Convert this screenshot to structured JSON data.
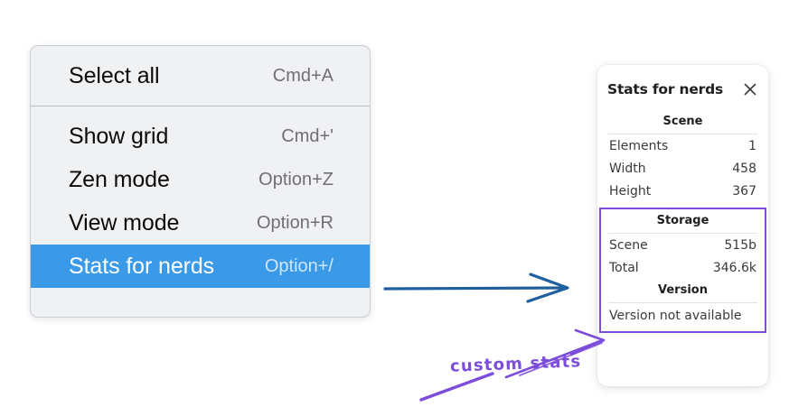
{
  "context_menu": {
    "groups": [
      {
        "items": [
          {
            "label": "Select all",
            "shortcut": "Cmd+A",
            "selected": false
          }
        ]
      },
      {
        "items": [
          {
            "label": "Show grid",
            "shortcut": "Cmd+'",
            "selected": false
          },
          {
            "label": "Zen mode",
            "shortcut": "Option+Z",
            "selected": false
          },
          {
            "label": "View mode",
            "shortcut": "Option+R",
            "selected": false
          },
          {
            "label": "Stats for nerds",
            "shortcut": "Option+/",
            "selected": true
          }
        ]
      }
    ],
    "selected_background": "#3b9ae8"
  },
  "stats_panel": {
    "title": "Stats for nerds",
    "close_icon": "close-icon",
    "scene": {
      "header": "Scene",
      "rows": [
        {
          "key": "Elements",
          "value": "1"
        },
        {
          "key": "Width",
          "value": "458"
        },
        {
          "key": "Height",
          "value": "367"
        }
      ]
    },
    "storage": {
      "header": "Storage",
      "rows": [
        {
          "key": "Scene",
          "value": "515b"
        },
        {
          "key": "Total",
          "value": "346.6k"
        }
      ]
    },
    "version": {
      "header": "Version",
      "text": "Version not available"
    },
    "highlight_color": "#7c4ddb"
  },
  "annotations": {
    "custom_stats_label": "custom stats",
    "arrow_color_blue": "#1f5f9e",
    "arrow_color_purple": "#7c4ddb"
  }
}
